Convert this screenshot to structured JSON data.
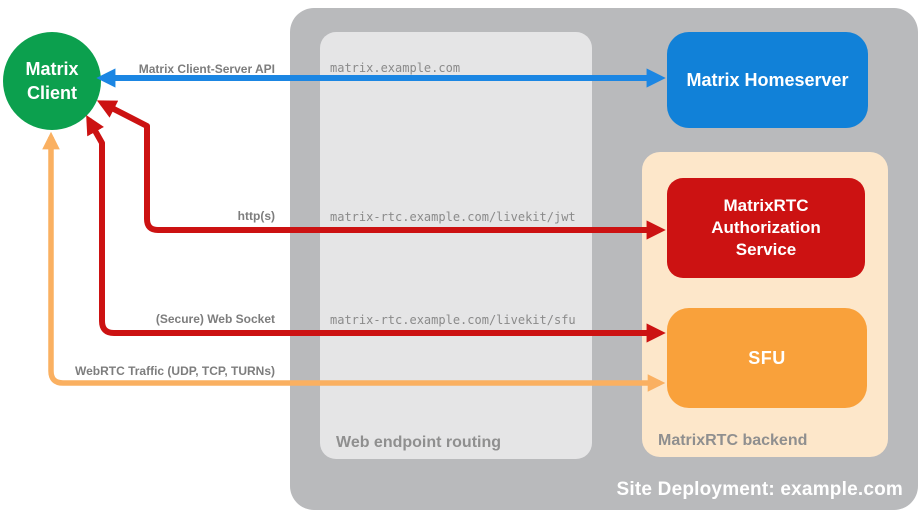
{
  "diagram": {
    "site": {
      "title": "Site Deployment: example.com",
      "routing_zone_label": "Web endpoint routing",
      "backend_zone_label": "MatrixRTC backend",
      "container_color": "#b9babc",
      "routing_zone_color": "#e5e5e6",
      "backend_zone_color": "#fde7ca"
    },
    "nodes": {
      "client": {
        "lines": [
          "Matrix",
          "Client"
        ],
        "color": "#0ca04e"
      },
      "homeserver": {
        "label": "Matrix Homeserver",
        "color": "#1181d8"
      },
      "auth_service": {
        "lines": [
          "MatrixRTC",
          "Authorization",
          "Service"
        ],
        "color": "#cc1212"
      },
      "sfu": {
        "label": "SFU",
        "color": "#f9a13b"
      }
    },
    "edges": {
      "client_server_api": {
        "label": "Matrix Client-Server API",
        "route": "matrix.example.com",
        "color": "#1b86e3",
        "from": "matrix-client",
        "to": "matrix-homeserver"
      },
      "https": {
        "label": "http(s)",
        "route": "matrix-rtc.example.com/livekit/jwt",
        "color": "#cc1212",
        "from": "matrix-client",
        "to": "matrixrtc-authorization-service"
      },
      "websocket": {
        "label": "(Secure) Web Socket",
        "route": "matrix-rtc.example.com/livekit/sfu",
        "color": "#cc1212",
        "from": "matrix-client",
        "to": "sfu"
      },
      "webrtc": {
        "label": "WebRTC Traffic (UDP, TCP, TURNs)",
        "color": "#fab061",
        "from": "matrix-client",
        "to": "sfu"
      }
    }
  }
}
